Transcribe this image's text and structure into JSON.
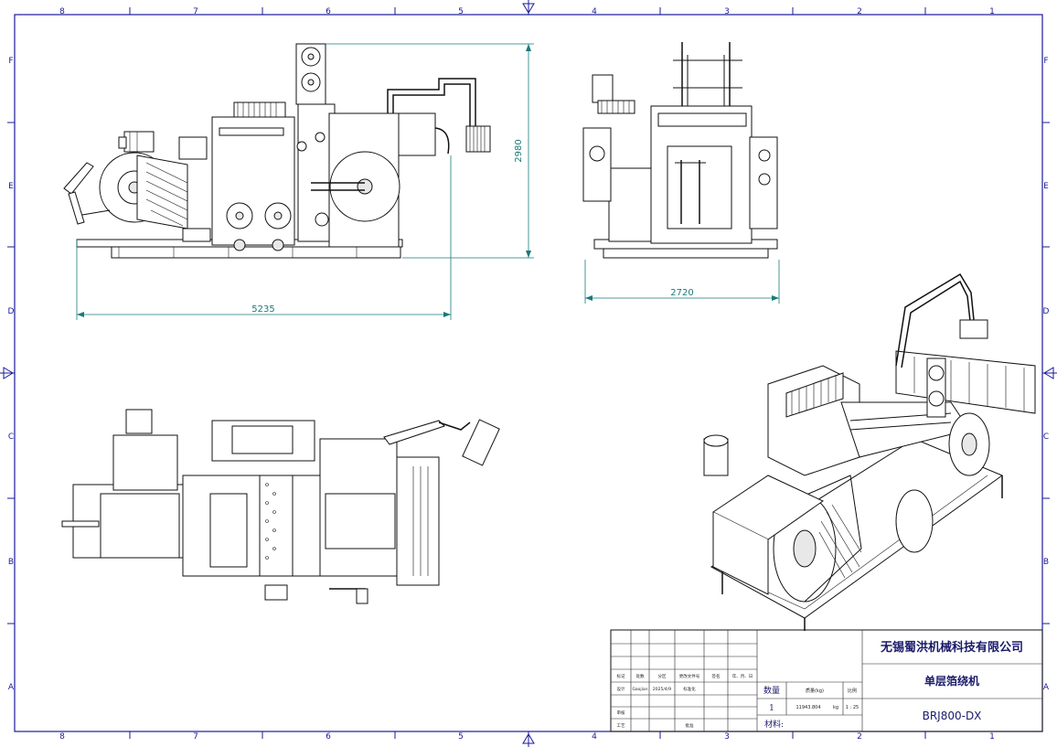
{
  "drawing": {
    "zone_columns": [
      "8",
      "7",
      "6",
      "5",
      "4",
      "3",
      "2",
      "1"
    ],
    "zone_rows": [
      "F",
      "E",
      "D",
      "C",
      "B",
      "A"
    ],
    "dimensions": {
      "overall_length": "5235",
      "overall_height": "2980",
      "overall_width": "2720"
    }
  },
  "title_block": {
    "company": "无锡蜀洪机械科技有限公司",
    "drawing_name": "单层箔绕机",
    "drawing_code": "BRJ800-DX",
    "quantity_label": "数量",
    "quantity": "1",
    "weight_label": "质量(kg)",
    "weight": "11943.804",
    "weight_unit": "kg",
    "scale_label": "比例",
    "scale": "1 : 25",
    "material_label": "材料:",
    "revision_headers": [
      "标记",
      "处数",
      "分区",
      "更改文件号",
      "签名",
      "年、月、日"
    ],
    "design_label": "设计",
    "designer": "Gaojian",
    "design_date": "2025/4/9",
    "standard_label": "标准化",
    "review_label": "审核",
    "craft_label": "工艺",
    "approve_label": "批准"
  }
}
